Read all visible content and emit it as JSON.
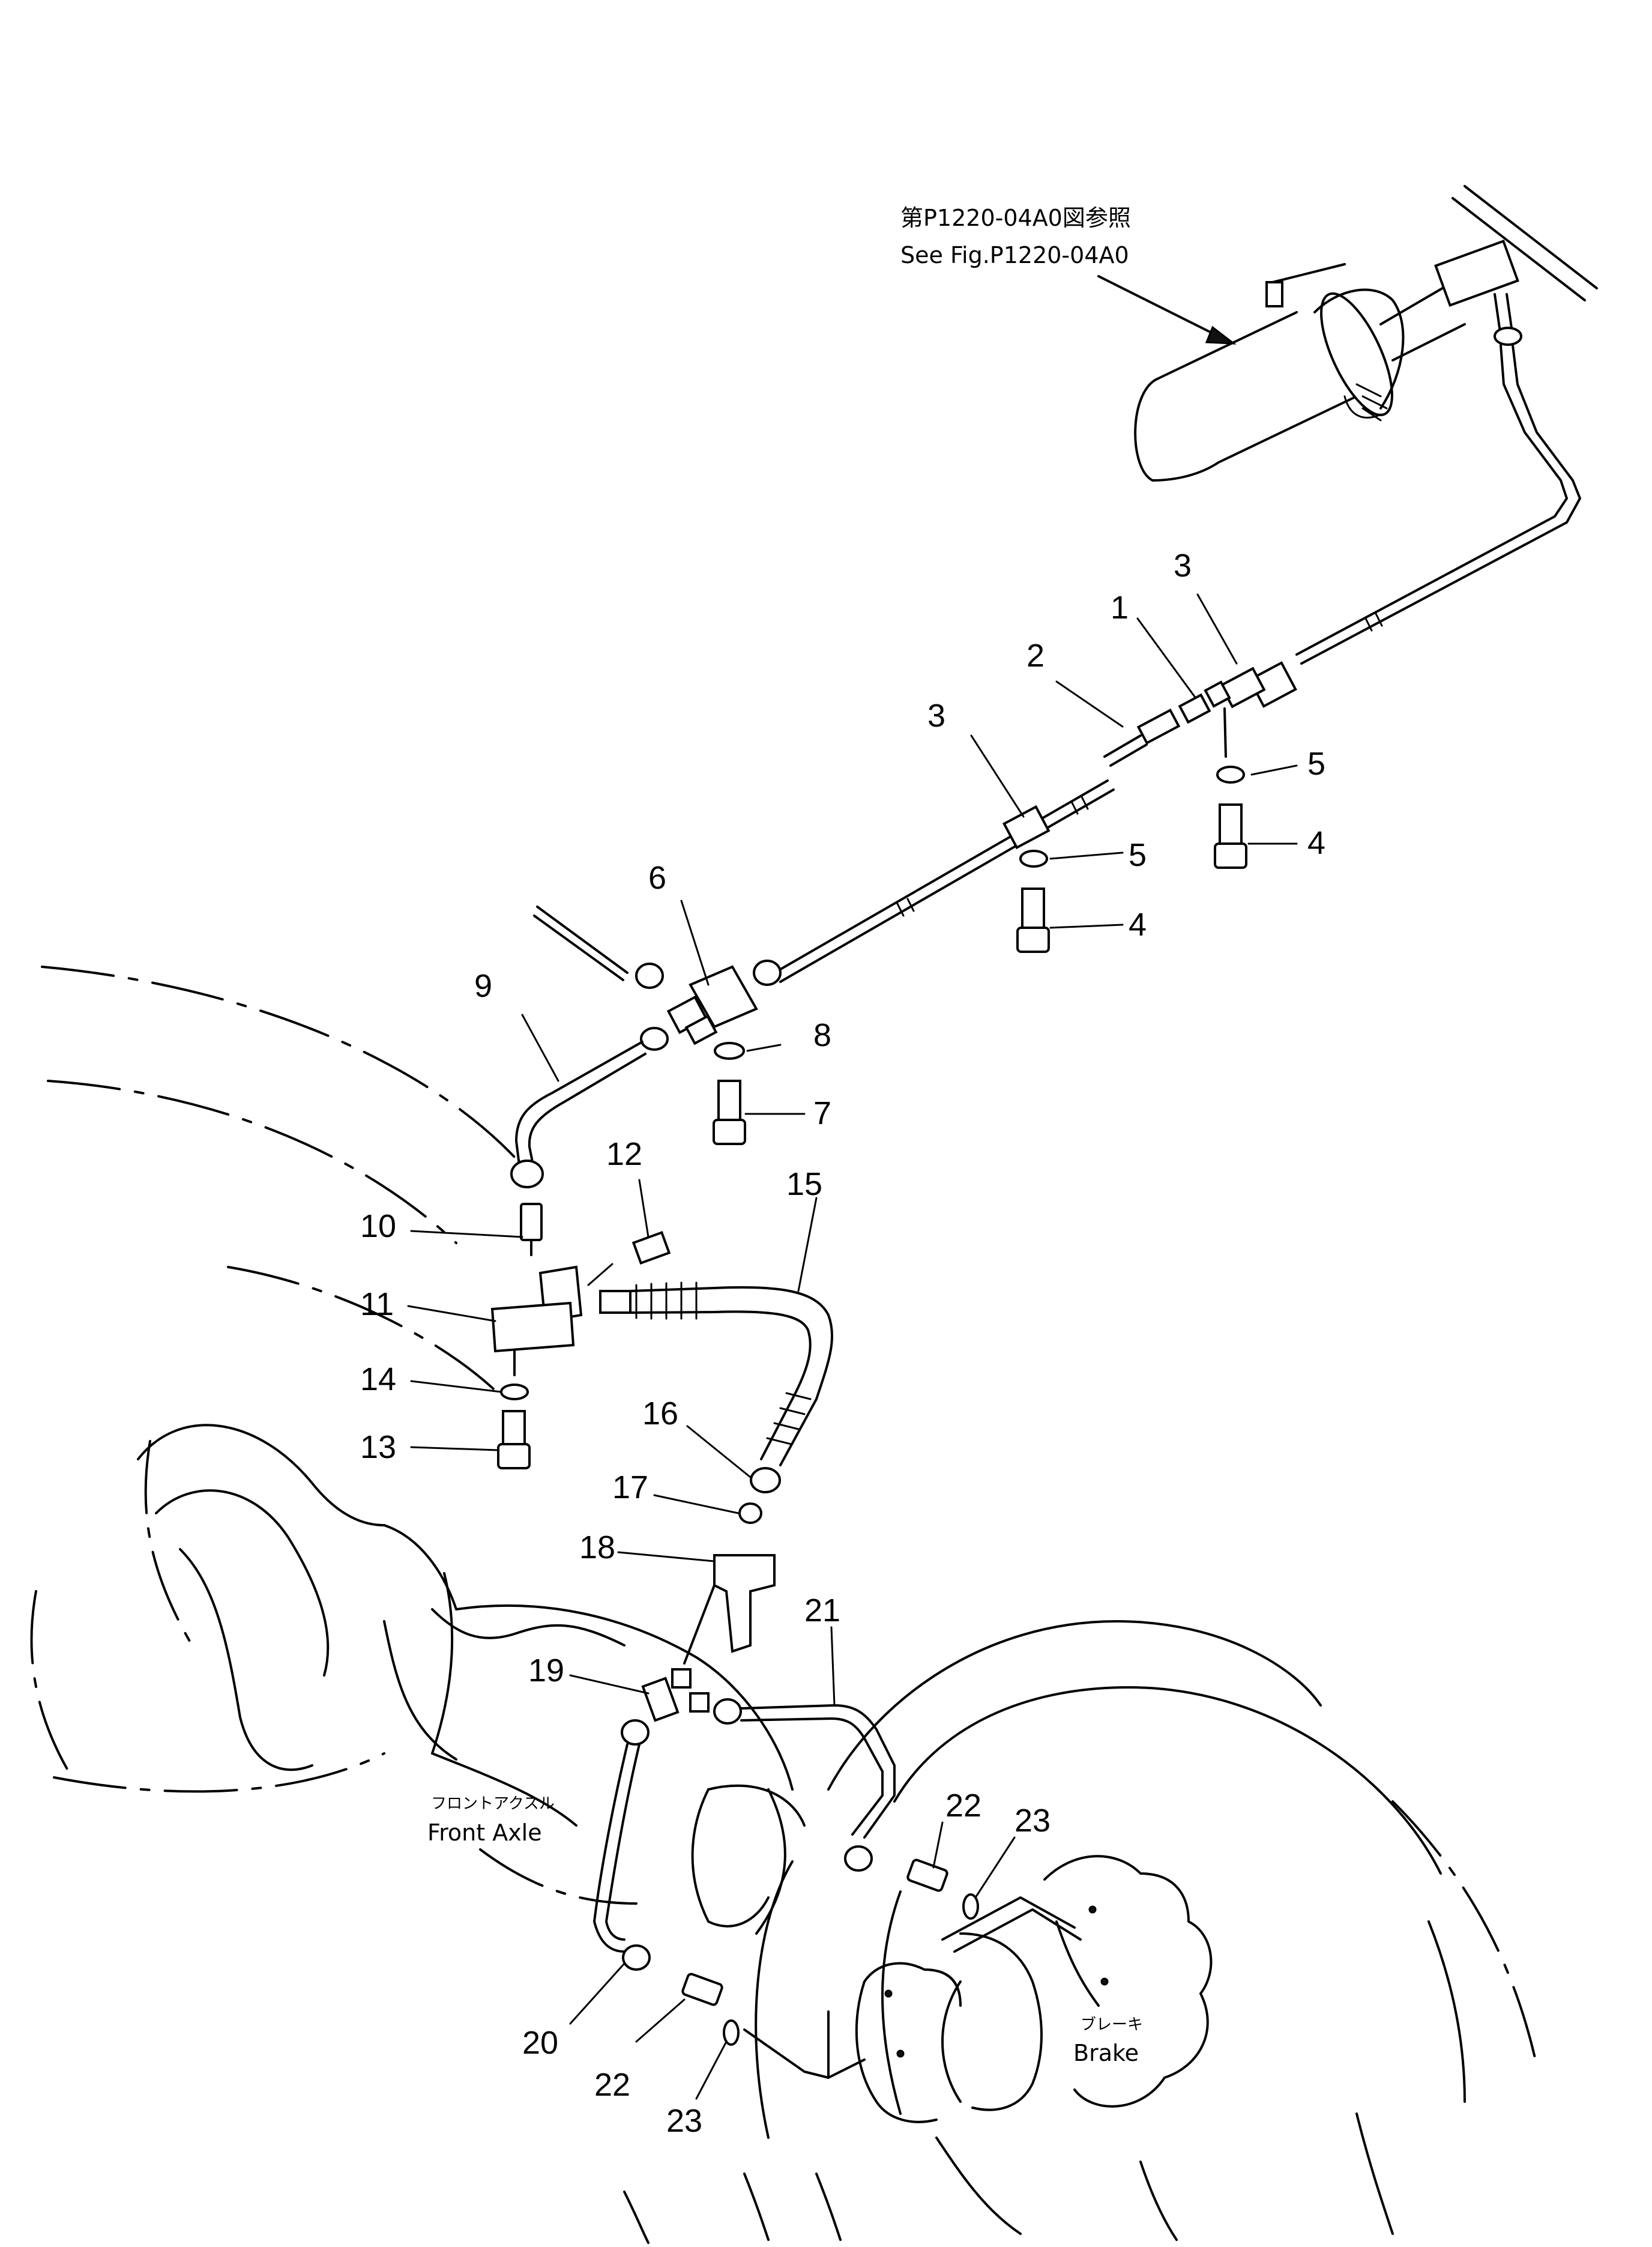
{
  "references": {
    "jp": "第P1220-04A0図参照",
    "en": "See Fig.P1220-04A0"
  },
  "labels": {
    "front_axle_jp": "フロントアクスル",
    "front_axle_en": "Front  Axle",
    "brake_jp": "ブレーキ",
    "brake_en": "Brake"
  },
  "callouts": {
    "c1": "1",
    "c2": "2",
    "c3a": "3",
    "c3b": "3",
    "c4a": "4",
    "c4b": "4",
    "c5a": "5",
    "c5b": "5",
    "c6": "6",
    "c7": "7",
    "c8": "8",
    "c9": "9",
    "c10": "10",
    "c11": "11",
    "c12": "12",
    "c13": "13",
    "c14": "14",
    "c15": "15",
    "c16": "16",
    "c17": "17",
    "c18": "18",
    "c19": "19",
    "c20": "20",
    "c21": "21",
    "c22a": "22",
    "c22b": "22",
    "c23a": "23",
    "c23b": "23"
  }
}
